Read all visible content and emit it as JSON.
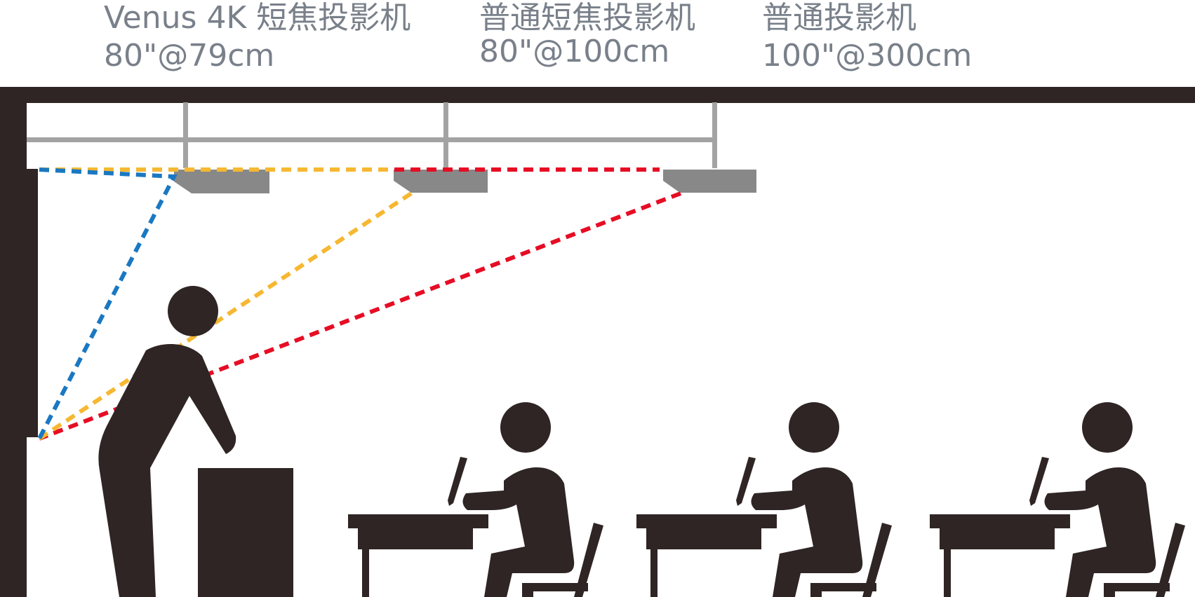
{
  "labels": [
    {
      "name": "Venus 4K 短焦投影机",
      "distance": "80\"@79cm"
    },
    {
      "name": "普通短焦投影机",
      "distance": "80\"@100cm"
    },
    {
      "name": "普通投影机",
      "distance": "100\"@300cm"
    }
  ],
  "colors": {
    "text": "#79808a",
    "structure": "#2e2524",
    "projector": "#888888",
    "mount": "#a3a3a3",
    "venus_beam": "#1a78c2",
    "short_throw_beam": "#f6b832",
    "standard_beam": "#e60d24"
  }
}
